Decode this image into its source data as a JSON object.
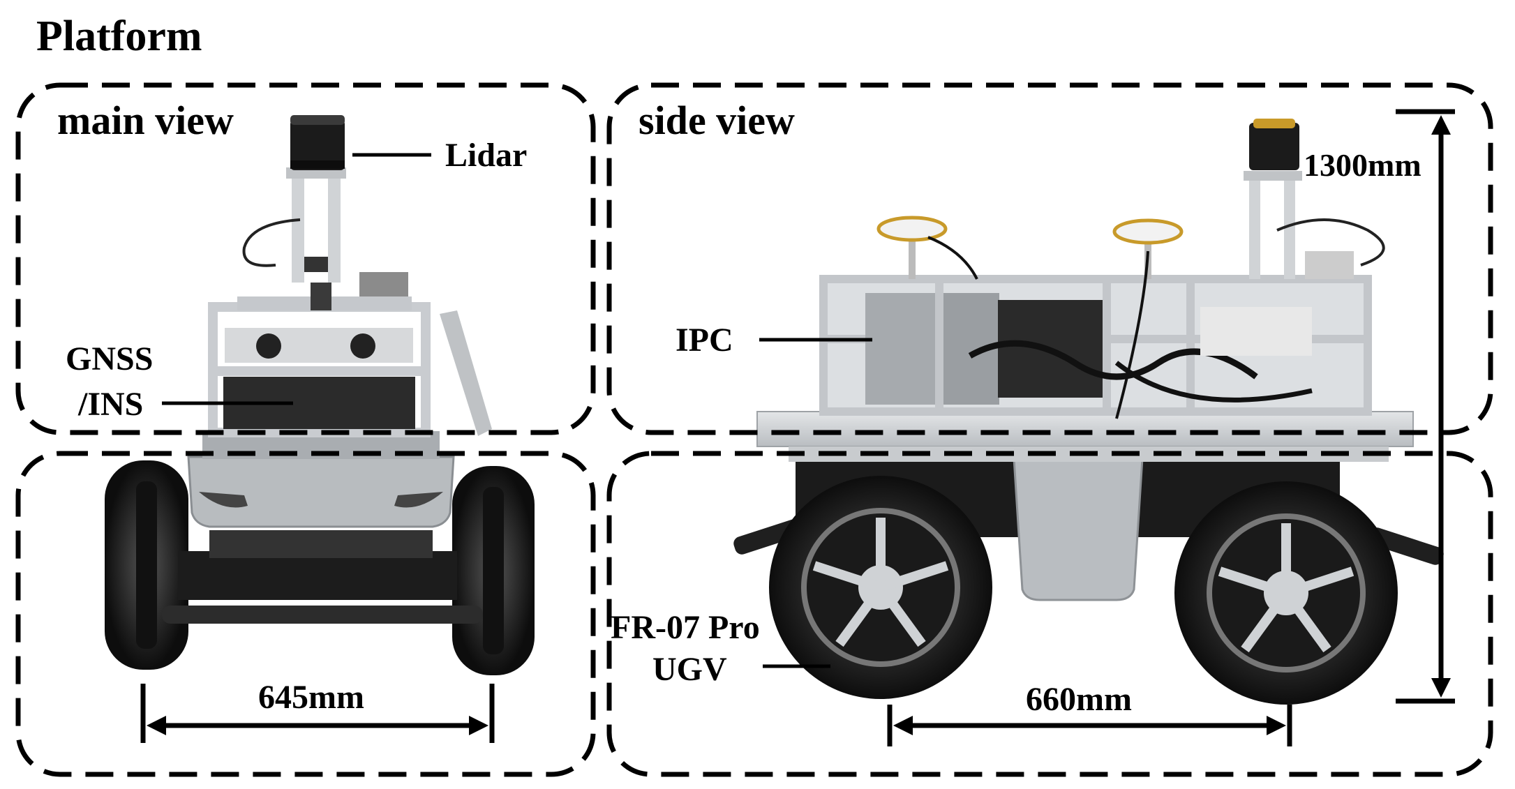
{
  "title": "Platform",
  "views": {
    "main": "main view",
    "side": "side view"
  },
  "labels": {
    "lidar": "Lidar",
    "gnss_line1": "GNSS",
    "gnss_line2": "/INS",
    "ipc": "IPC",
    "ugv_line1": "FR-07 Pro",
    "ugv_line2": "UGV"
  },
  "dimensions": {
    "front_track": "645mm",
    "wheelbase": "660mm",
    "height": "1300mm"
  }
}
